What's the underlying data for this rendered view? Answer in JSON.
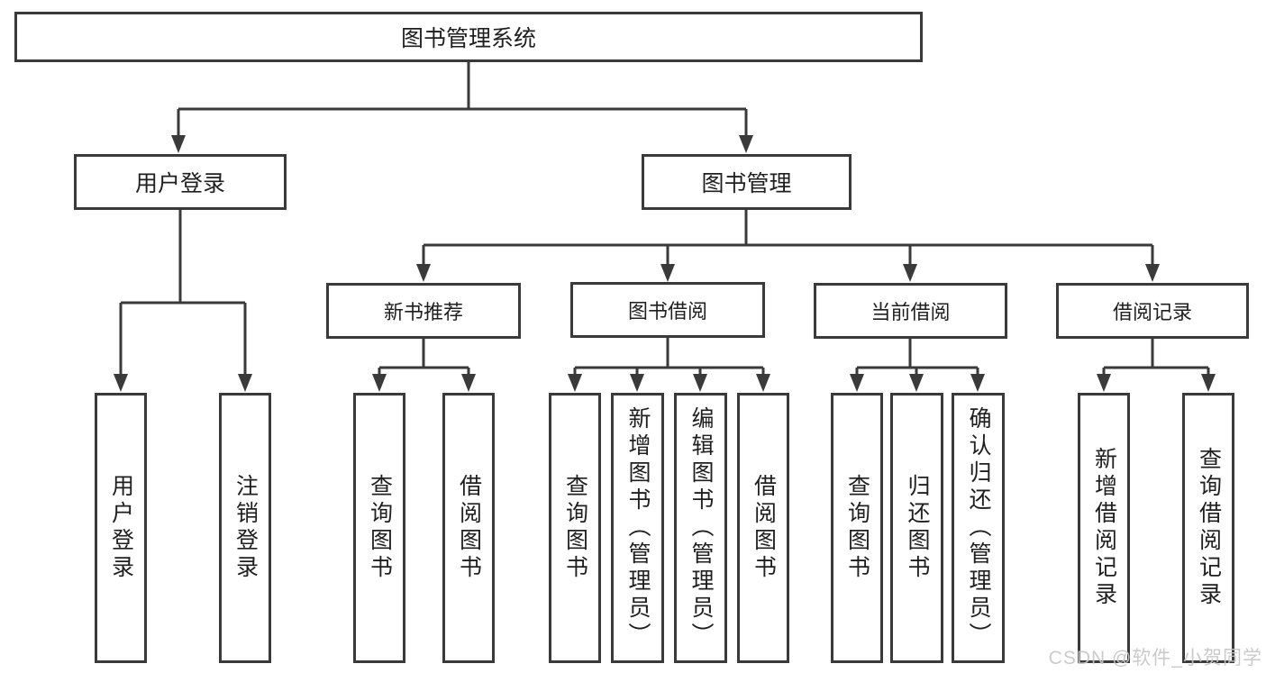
{
  "diagram_title": "图书管理系统",
  "tree": {
    "label": "图书管理系统",
    "children": [
      {
        "label": "用户登录",
        "children": [
          {
            "label": "用户登录"
          },
          {
            "label": "注销登录"
          }
        ]
      },
      {
        "label": "图书管理",
        "children": [
          {
            "label": "新书推荐",
            "children": [
              {
                "label": "查询图书"
              },
              {
                "label": "借阅图书"
              }
            ]
          },
          {
            "label": "图书借阅",
            "children": [
              {
                "label": "查询图书"
              },
              {
                "label": "新增图书（管理员）"
              },
              {
                "label": "编辑图书（管理员）"
              },
              {
                "label": "借阅图书"
              }
            ]
          },
          {
            "label": "当前借阅",
            "children": [
              {
                "label": "查询图书"
              },
              {
                "label": "归还图书"
              },
              {
                "label": "确认归还（管理员）"
              }
            ]
          },
          {
            "label": "借阅记录",
            "children": [
              {
                "label": "新增借阅记录"
              },
              {
                "label": "查询借阅记录"
              }
            ]
          }
        ]
      }
    ]
  },
  "watermark": "CSDN @软件_小贺同学",
  "colors": {
    "line": "#3a3a3a",
    "text": "#1f1f1f",
    "background": "#ffffff",
    "watermark": "#c6c6c6"
  }
}
